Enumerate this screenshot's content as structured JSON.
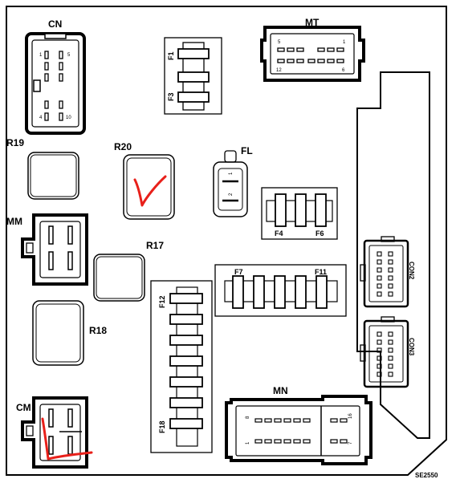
{
  "diagram": {
    "connectors": {
      "cn": {
        "label": "CN",
        "pins": [
          "1",
          "5",
          "4",
          "10"
        ]
      },
      "mt": {
        "label": "MT",
        "pins": [
          "5",
          "1",
          "12",
          "6"
        ]
      },
      "mm": {
        "label": "MM"
      },
      "cm": {
        "label": "CM"
      },
      "mn": {
        "label": "MN",
        "pins": [
          "8",
          "16",
          "1",
          "7"
        ]
      },
      "con2": {
        "label": "CON2"
      },
      "con3": {
        "label": "CON3"
      },
      "fl": {
        "label": "FL",
        "pins": [
          "1",
          "2"
        ]
      }
    },
    "relays": {
      "r17": {
        "label": "R17"
      },
      "r18": {
        "label": "R18"
      },
      "r19": {
        "label": "R19"
      },
      "r20": {
        "label": "R20"
      }
    },
    "fuse_blocks": {
      "f1_f3": {
        "top": "F1",
        "bottom": "F3"
      },
      "f4_f6": {
        "left": "F4",
        "right": "F6"
      },
      "f7_f11": {
        "left": "F7",
        "right": "F11"
      },
      "f12_f18": {
        "top": "F12",
        "bottom": "F18"
      }
    },
    "reference_code": "SE2550",
    "handwritten_marks": [
      "check-mark-r20",
      "check-mark-cm"
    ],
    "ink_color": "#e8201a"
  }
}
